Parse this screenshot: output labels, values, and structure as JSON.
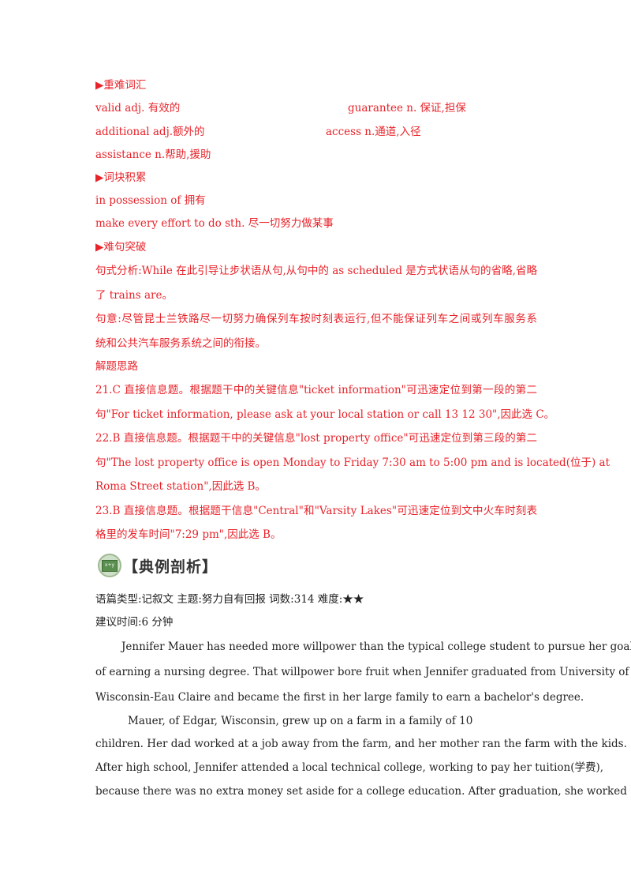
{
  "sections": {
    "vocab_heading": "▶重难词汇",
    "phrase_heading": "▶词块积累",
    "sentence_heading": "▶难句突破",
    "solution_heading": "解题思路"
  },
  "vocab": {
    "valid": "valid adj. 有效的",
    "guarantee": "guarantee n. 保证,担保",
    "additional": "additional adj.额外的",
    "access": "access n.通道,入径",
    "assistance": "assistance n.帮助,援助"
  },
  "phrases": {
    "p1": "in possession of 拥有",
    "p2": "make every effort to do sth. 尽一切努力做某事"
  },
  "analysis": {
    "l1": "句式分析:While 在此引导让步状语从句,从句中的 as scheduled 是方式状语从句的省略,省略",
    "l2": "了 trains are。",
    "l3": "句意:尽管昆士兰铁路尽一切努力确保列车按时刻表运行,但不能保证列车之间或列车服务系",
    "l4": "统和公共汽车服务系统之间的衔接。"
  },
  "answers": {
    "a21_l1": "21.C 直接信息题。根据题干中的关键信息\"ticket information\"可迅速定位到第一段的第二",
    "a21_l2": "句\"For ticket information, please ask at your local station or call 13 12 30\",因此选 C。",
    "a22_l1": "22.B 直接信息题。根据题干中的关键信息\"lost property office\"可迅速定位到第三段的第二",
    "a22_l2": "句\"The lost property office is open Monday to Friday 7:30 am to 5:00 pm and is located(位于) at",
    "a22_l3": "Roma Street station\",因此选 B。",
    "a23_l1": "23.B 直接信息题。根据题干信息\"Central\"和\"Varsity Lakes\"可迅速定位到文中火车时刻表",
    "a23_l2": "格里的发车时间\"7:29 pm\",因此选 B。"
  },
  "banner": {
    "icon_text": "x+y",
    "title": "【典例剖析】"
  },
  "meta": {
    "info": "语篇类型:记叙文 主题:努力自有回报 词数:314 难度:★★",
    "time": "建议时间:6 分钟"
  },
  "passage": {
    "l1": "Jennifer Mauer has needed more willpower than the typical college student to pursue her goal",
    "l2": "of earning a nursing degree. That willpower bore fruit when Jennifer graduated from University of",
    "l3": "Wisconsin-Eau Claire and became the first in her large family to earn a bachelor's degree.",
    "l4": "Mauer, of Edgar, Wisconsin, grew up on a farm in a family of 10",
    "l5": "children. Her dad worked at a job away from the farm, and her mother ran the farm with the kids.",
    "l6": "After high school, Jennifer attended a local technical college, working to pay her tuition(学费),",
    "l7": "because there was no extra money set aside for a college education. After graduation, she worked"
  }
}
